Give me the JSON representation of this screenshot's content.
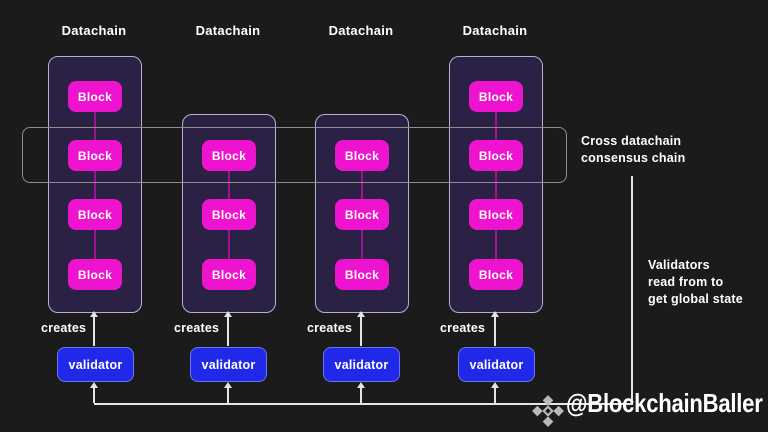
{
  "colors": {
    "background": "#1b1b1b",
    "container_fill": "#2b2145",
    "container_border": "#b7b1cf",
    "block_fill": "#ee13ce",
    "block_connector": "#a3138f",
    "validator_fill": "#2029e8",
    "validator_border": "#6b74f2",
    "line": "#e5e5e5",
    "cross_rect_border": "#8f8f8f",
    "text": "#ffffff",
    "logo": "#b9b9b9"
  },
  "columns": [
    {
      "label": "Datachain",
      "creates_label": "creates",
      "validator_label": "validator",
      "blocks": [
        "Block",
        "Block",
        "Block",
        "Block"
      ]
    },
    {
      "label": "Datachain",
      "creates_label": "creates",
      "validator_label": "validator",
      "blocks": [
        "Block",
        "Block",
        "Block"
      ]
    },
    {
      "label": "Datachain",
      "creates_label": "creates",
      "validator_label": "validator",
      "blocks": [
        "Block",
        "Block",
        "Block"
      ]
    },
    {
      "label": "Datachain",
      "creates_label": "creates",
      "validator_label": "validator",
      "blocks": [
        "Block",
        "Block",
        "Block",
        "Block"
      ]
    }
  ],
  "annotations": {
    "cross_chain_label": "Cross datachain\nconsensus chain",
    "validators_note": "Validators\nread from to\nget global state"
  },
  "footer": {
    "handle": "@BlockchainBaller"
  }
}
